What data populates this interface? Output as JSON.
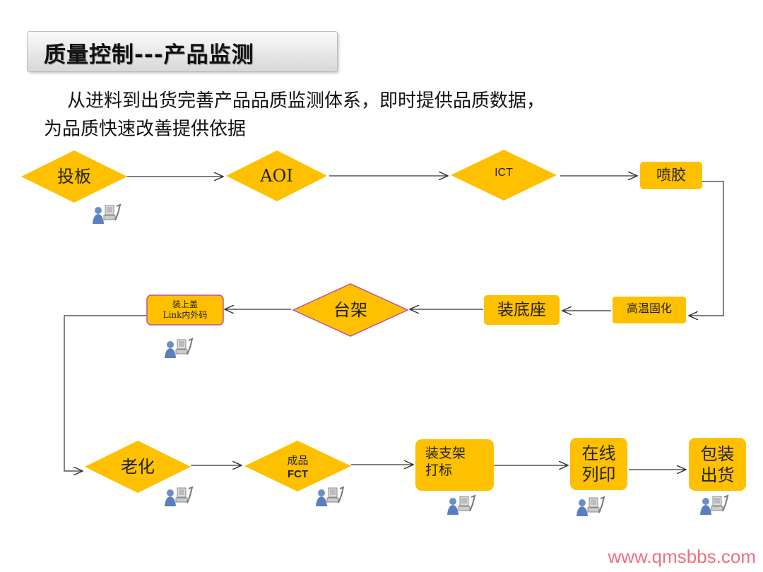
{
  "title": "质量控制---产品监测",
  "subtitle": {
    "line1": "从进料到出货完善产品品质监测体系，即时提供品质数据，",
    "line2": "为品质快速改善提供依据"
  },
  "steps": {
    "s1": "投板",
    "s2": "AOI",
    "s3": "ICT",
    "s4": "喷胶",
    "s5": "高温固化",
    "s6": "装底座",
    "s7": "台架",
    "s8_l1": "装上盖",
    "s8_l2": "Link内外码",
    "s9": "老化",
    "s10_l1": "成品",
    "s10_l2": "FCT",
    "s11_l1": "装支架",
    "s11_l2": "打标",
    "s12_l1": "在线",
    "s12_l2": "列印",
    "s13_l1": "包装",
    "s13_l2": "出货"
  },
  "colors": {
    "fill": "#FFC000",
    "pink": "#C0509A",
    "arrow": "#333333"
  },
  "watermark": "www.qmsbbs.com"
}
